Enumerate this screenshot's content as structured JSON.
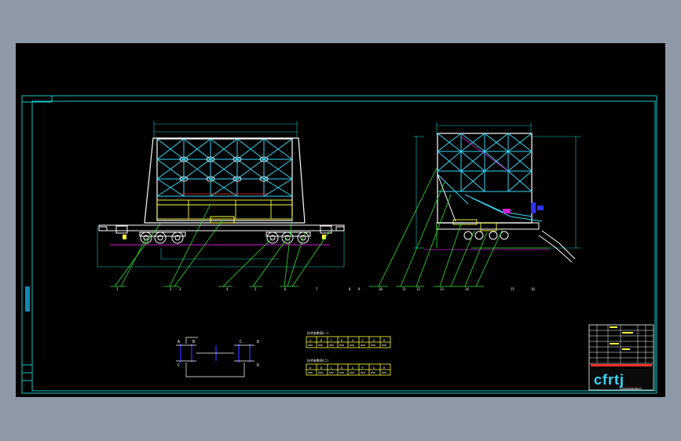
{
  "colors": {
    "background": "#8e99a8",
    "canvas": "#000000",
    "frame": "#18c8c8",
    "structure": "#ffffff",
    "frame_members": "#36d8f8",
    "leader_lines": "#2ee62e",
    "blue": "#3030ff",
    "yellow": "#ffff40",
    "magenta": "#d020d0",
    "red": "#ff3030"
  },
  "callouts": {
    "left_group": [
      "1",
      "2",
      "3",
      "4",
      "5",
      "6",
      "7"
    ],
    "right_group": [
      "8",
      "9",
      "10",
      "11",
      "12",
      "13",
      "14",
      "15",
      "16"
    ]
  },
  "detail_labels": [
    "A",
    "B",
    "C",
    "D"
  ],
  "tables": {
    "table1_title": "技术参数表(一)",
    "table2_title": "技术参数表(二)",
    "header_cells": [
      "A",
      "B",
      "C",
      "D",
      "E",
      "F",
      "G",
      "H"
    ],
    "value_cells": [
      "0000",
      "0000",
      "0000",
      "0000",
      "0000",
      "0000",
      "0000",
      "0000"
    ]
  },
  "title_block": {
    "logo_text": "cfrtj",
    "caption": "东莞市某某机械有限公司"
  },
  "icons": [
    "logo-icon"
  ]
}
